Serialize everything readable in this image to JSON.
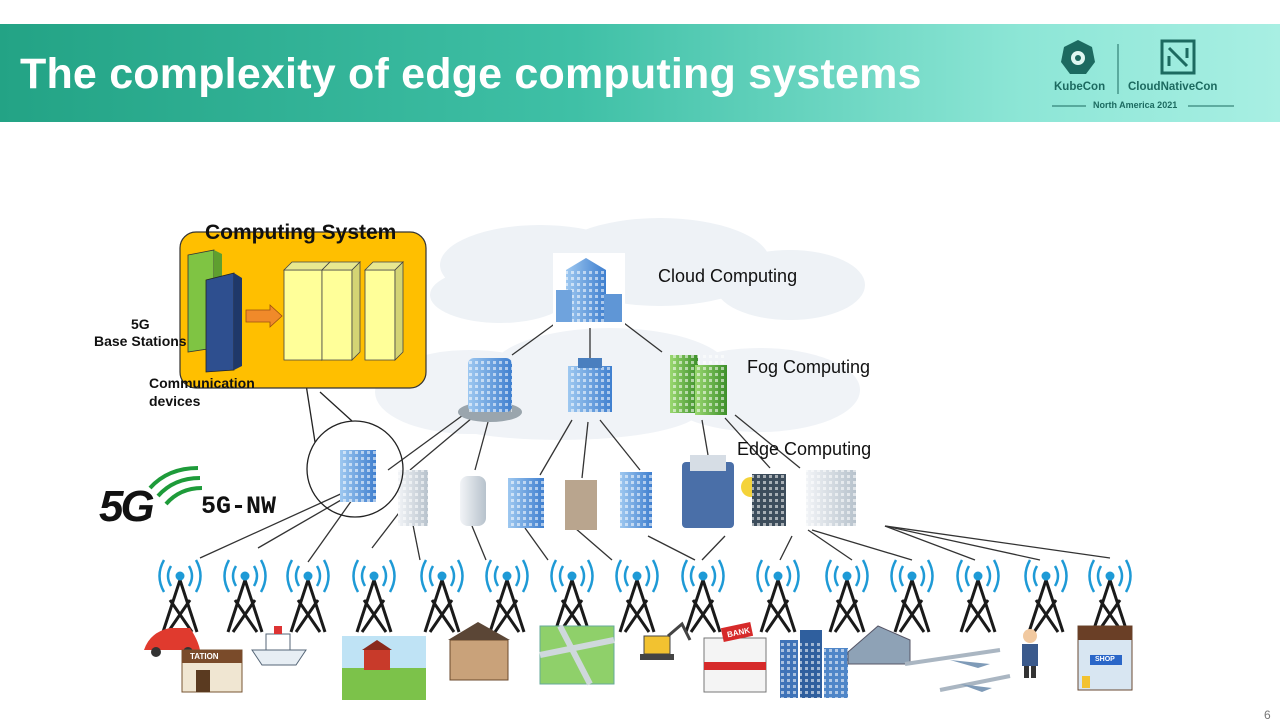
{
  "header": {
    "title": "The complexity of edge computing systems",
    "logo_left": "KubeCon",
    "logo_right": "CloudNativeCon",
    "logo_sub": "North America 2021"
  },
  "diagram": {
    "cloud_label": "Cloud Computing",
    "fog_label": "Fog Computing",
    "edge_label": "Edge Computing",
    "network_label": "5G-NW",
    "logo_5g": "5G",
    "inset_title": "Computing System",
    "inset_base_stations": "5G\nBase Stations",
    "inset_devices": "Communication\ndevices",
    "station_sign": "TATION",
    "bank_sign": "BANK",
    "shop_sign": "SHOP"
  },
  "colors": {
    "header_start": "#23a385",
    "header_end": "#a8efe3",
    "inset_fill": "#ffbf00",
    "tower": "#1a1a1a",
    "signal": "#1e9ad6"
  },
  "page_number": "6"
}
